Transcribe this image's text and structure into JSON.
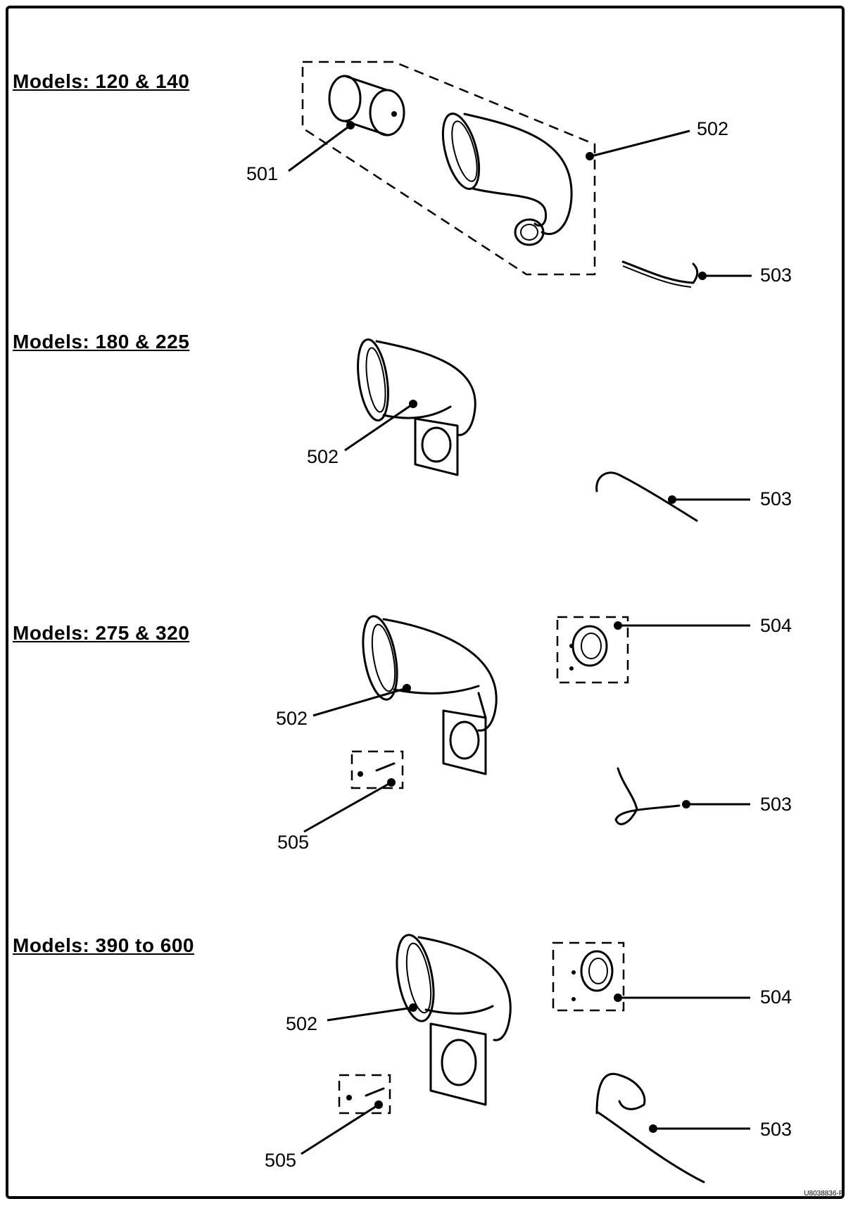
{
  "sections": [
    {
      "title": "Models: 120 & 140"
    },
    {
      "title": "Models: 180 & 225"
    },
    {
      "title": "Models: 275 & 320"
    },
    {
      "title": "Models: 390 to 600"
    }
  ],
  "callouts": {
    "s1_501": "501",
    "s1_502": "502",
    "s1_503": "503",
    "s2_502": "502",
    "s2_503": "503",
    "s3_502": "502",
    "s3_503": "503",
    "s3_504": "504",
    "s3_505": "505",
    "s4_502": "502",
    "s4_503": "503",
    "s4_504": "504",
    "s4_505": "505"
  },
  "document_id": "U8038836-F"
}
